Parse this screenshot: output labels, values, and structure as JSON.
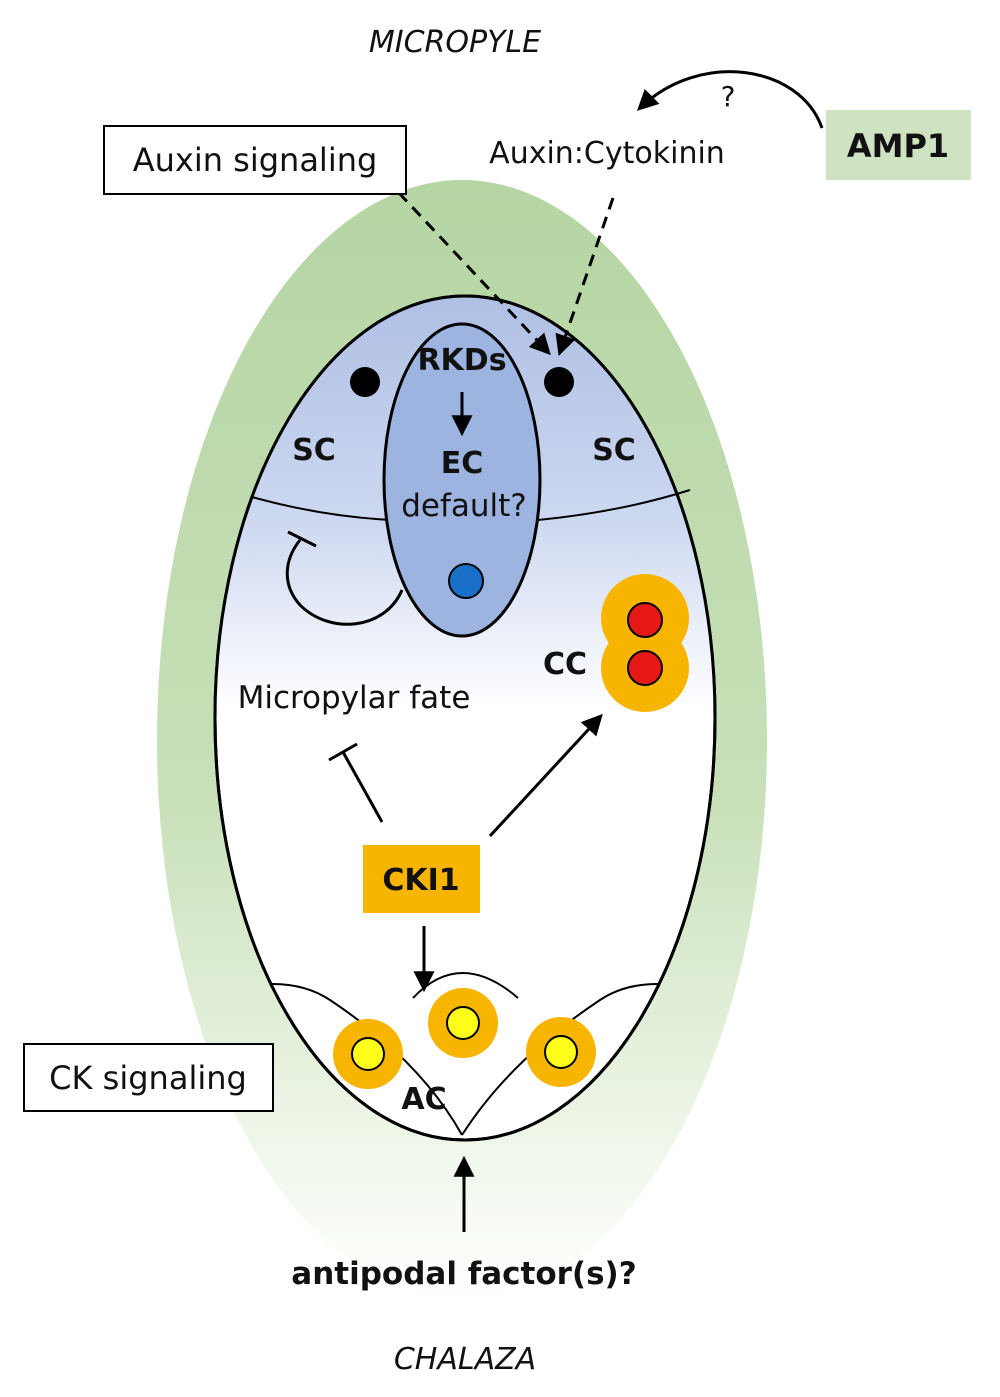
{
  "labels": {
    "micropyle": "MICROPYLE",
    "chalaza": "CHALAZA",
    "auxin_signaling": "Auxin signaling",
    "auxin_cytokinin": "Auxin:Cytokinin",
    "question_mark": "?",
    "amp1": "AMP1",
    "rkds": "RKDs",
    "ec": "EC",
    "default": "default?",
    "sc_left": "SC",
    "sc_right": "SC",
    "cc": "CC",
    "micropylar_fate": "Micropylar fate",
    "cki1": "CKI1",
    "ac": "AC",
    "ck_signaling": "CK signaling",
    "antipodal_factors": "antipodal factor(s)?"
  },
  "colors": {
    "ovule_green": "#b5d5a3",
    "egg_apparatus_blue": "#b3c4e6",
    "egg_cell": "#9db3e0",
    "nucleus_blue": "#1a6fc9",
    "central_nuclei_red": "#e81818",
    "orange": "#f7b500",
    "antipodal_yellow": "#ffff1a",
    "amp1_box": "#cfe3c2",
    "black": "#000000"
  }
}
